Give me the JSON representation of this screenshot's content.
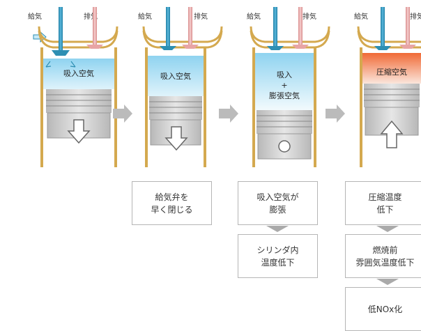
{
  "colors": {
    "intake_valve": "#2d8fb3",
    "exhaust_valve": "#e8a5a5",
    "wall": "#d4a94f",
    "intake_air": "#c8eaf7",
    "compressed_air": "#f07d4a",
    "piston": "#cccccc",
    "arrow_gray": "#bbbbbb",
    "box_border": "#b5b5b5",
    "connector": "#aaaaaa"
  },
  "stages": [
    {
      "intake_label": "給気",
      "exhaust_label": "排気",
      "air_lines": [
        "吸入空気"
      ],
      "air_type": "intake",
      "piston_motion": "down"
    },
    {
      "intake_label": "給気",
      "exhaust_label": "排気",
      "air_lines": [
        "吸入空気"
      ],
      "air_type": "intake",
      "piston_motion": "down"
    },
    {
      "intake_label": "給気",
      "exhaust_label": "排気",
      "air_lines": [
        "吸入",
        "+",
        "膨張空気"
      ],
      "air_type": "expanding",
      "piston_motion": "none"
    },
    {
      "intake_label": "給気",
      "exhaust_label": "排気",
      "air_lines": [
        "圧縮空気"
      ],
      "air_type": "compressed",
      "piston_motion": "up"
    }
  ],
  "boxes": {
    "col2": [
      {
        "lines": [
          "給気弁を",
          "早く閉じる"
        ]
      }
    ],
    "col3": [
      {
        "lines": [
          "吸入空気が",
          "膨張"
        ]
      },
      {
        "lines": [
          "シリンダ内",
          "温度低下"
        ]
      }
    ],
    "col4": [
      {
        "lines": [
          "圧縮温度",
          "低下"
        ]
      },
      {
        "lines": [
          "燃焼前",
          "雰囲気温度低下"
        ]
      },
      {
        "lines": [
          "低NOx化"
        ]
      }
    ]
  }
}
